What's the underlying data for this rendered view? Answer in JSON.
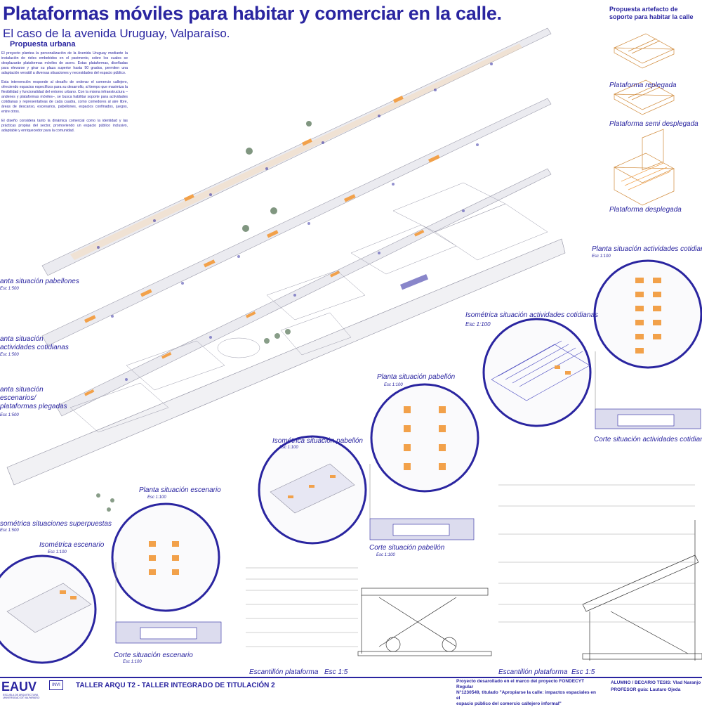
{
  "header": {
    "title": "Plataformas móviles para habitar y comerciar en la calle.",
    "subtitle": "El caso de la avenida Uruguay, Valparaíso.",
    "section": "Propuesta urbana"
  },
  "intro": [
    "El proyecto plantea la personalización de la Avenida Uruguay mediante la instalación de rieles embebidos en el pavimento, sobre los cuales se desplazarán plataformas móviles de acero. Estas plataformas, diseñadas para elevarse y girar su plaza superior hasta 90 grados, permiten una adaptación versátil a diversas situaciones y necesidades del espacio público.",
    "Esta intervención responde al desafío de ordenar el comercio callejero, ofreciendo espacios específicos para su desarrollo, al tiempo que maximiza la flexibilidad y funcionalidad del entorno urbano. Con la misma infraestructura –andenes y plataformas móviles–, se busca habilitar soporte para actividades cotidianas y representativas de cada cuadra, como comedores al aire libre, áreas de descanso, escenarios, pabellones, espacios confinados, juegos, entre otros.",
    "El diseño considera tanto la dinámica comercial como la identidad y las prácticas propias del sector, promoviendo un espacio público inclusivo, adaptable y enriquecedor para la comunidad."
  ],
  "artifact": {
    "heading": "Propuesta artefacto de soporte para habitar la calle",
    "states": [
      "Plataforma replegada",
      "Plataforma semi desplegada",
      "Plataforma desplegada"
    ]
  },
  "views": {
    "planta_pabellones": {
      "label": "anta situación pabellones",
      "scale": "Esc 1:500"
    },
    "planta_actividades": {
      "label": "anta situación actividades cotidianas",
      "scale": "Esc 1:500"
    },
    "planta_escenarios": {
      "label": "anta situación escenarios/ plataformas plegadas",
      "scale": "Esc 1:500"
    },
    "iso_superpuestas": {
      "label": "sométrica situaciones superpuestas",
      "scale": "Esc 1:500"
    },
    "planta_cotidianas_right": {
      "label": "Planta situación actividades cotidian",
      "scale": "Esc 1:100"
    },
    "iso_cotidianas": {
      "label": "Isométrica situación actividades cotidianas",
      "scale": "Esc 1:100"
    },
    "corte_cotidianas": {
      "label": "Corte situación actividades cotidiana",
      "scale": ""
    },
    "planta_pabellon": {
      "label": "Planta situación pabellón",
      "scale": "Esc 1:100"
    },
    "iso_pabellon": {
      "label": "Isométrica situación pabellón",
      "scale": "Esc 1:100"
    },
    "corte_pabellon": {
      "label": "Corte situación pabellón",
      "scale": "Esc 1:100"
    },
    "planta_escenario": {
      "label": "Planta situación escenario",
      "scale": "Esc 1:100"
    },
    "iso_escenario": {
      "label": "Isométrica escenario",
      "scale": "Esc 1:100"
    },
    "corte_escenario": {
      "label": "Corte situación escenario",
      "scale": "Esc 1:100"
    },
    "escantillon_left": {
      "label": "Escantillón plataforma",
      "scale": "Esc 1:5"
    },
    "escantillon_right": {
      "label": "Escantillón plataforma",
      "scale": "Esc 1:5"
    }
  },
  "footer": {
    "logo": "EAUV",
    "logo_sub": "ESCUELA DE ARQUITECTURA UNIVERSIDAD DE VALPARAÍSO",
    "invi": "INVI",
    "course": "TALLER ARQU T2 - TALLER INTEGRADO DE TITULACIÓN 2",
    "project_line1": "Proyecto desarollado en el marco del proyecto FONDECYT Regular",
    "project_line2": "N°1230549, titulado \"Apropiarse la calle: impactos espaciales en el",
    "project_line3": "espacio público del comercio callejero informal\"",
    "student": "ALUMNO / BECARIO TESIS: Vlad Naranjo",
    "professor": "PROFESOR guía: Lautaro Ojeda"
  },
  "colors": {
    "accent": "#2a25a0",
    "orange": "#f2a14a",
    "street": "#e9e9ee"
  }
}
